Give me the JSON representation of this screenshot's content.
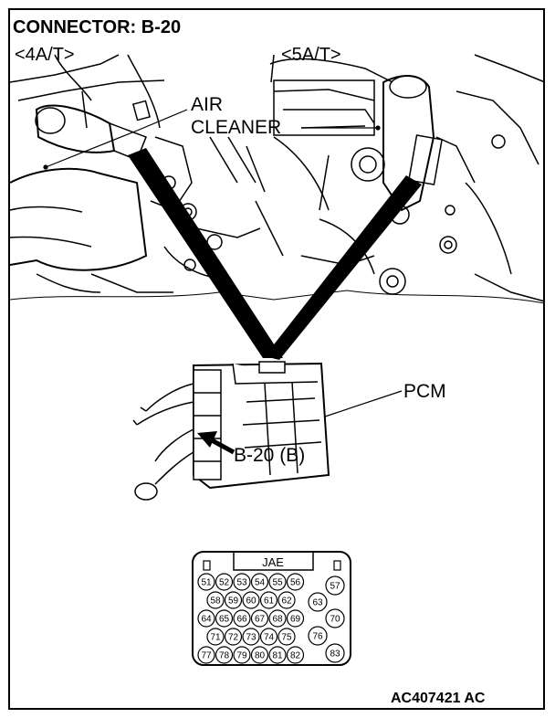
{
  "title": "CONNECTOR: B-20",
  "variant_left": "<4A/T>",
  "variant_right": "<5A/T>",
  "label_air_cleaner_line1": "AIR",
  "label_air_cleaner_line2": "CLEANER",
  "label_pcm": "PCM",
  "label_connector": "B-20 (B)",
  "connector_type": "JAE",
  "pins_row1": [
    "51",
    "52",
    "53",
    "54",
    "55",
    "56"
  ],
  "pins_row2": [
    "58",
    "59",
    "60",
    "61",
    "62"
  ],
  "pins_row3": [
    "64",
    "65",
    "66",
    "67",
    "68",
    "69"
  ],
  "pins_row4": [
    "71",
    "72",
    "73",
    "74",
    "75"
  ],
  "pins_row5": [
    "77",
    "78",
    "79",
    "80",
    "81",
    "82"
  ],
  "pins_side": [
    "57",
    "63",
    "70",
    "76",
    "83"
  ],
  "figure_code": "AC407421 AC"
}
